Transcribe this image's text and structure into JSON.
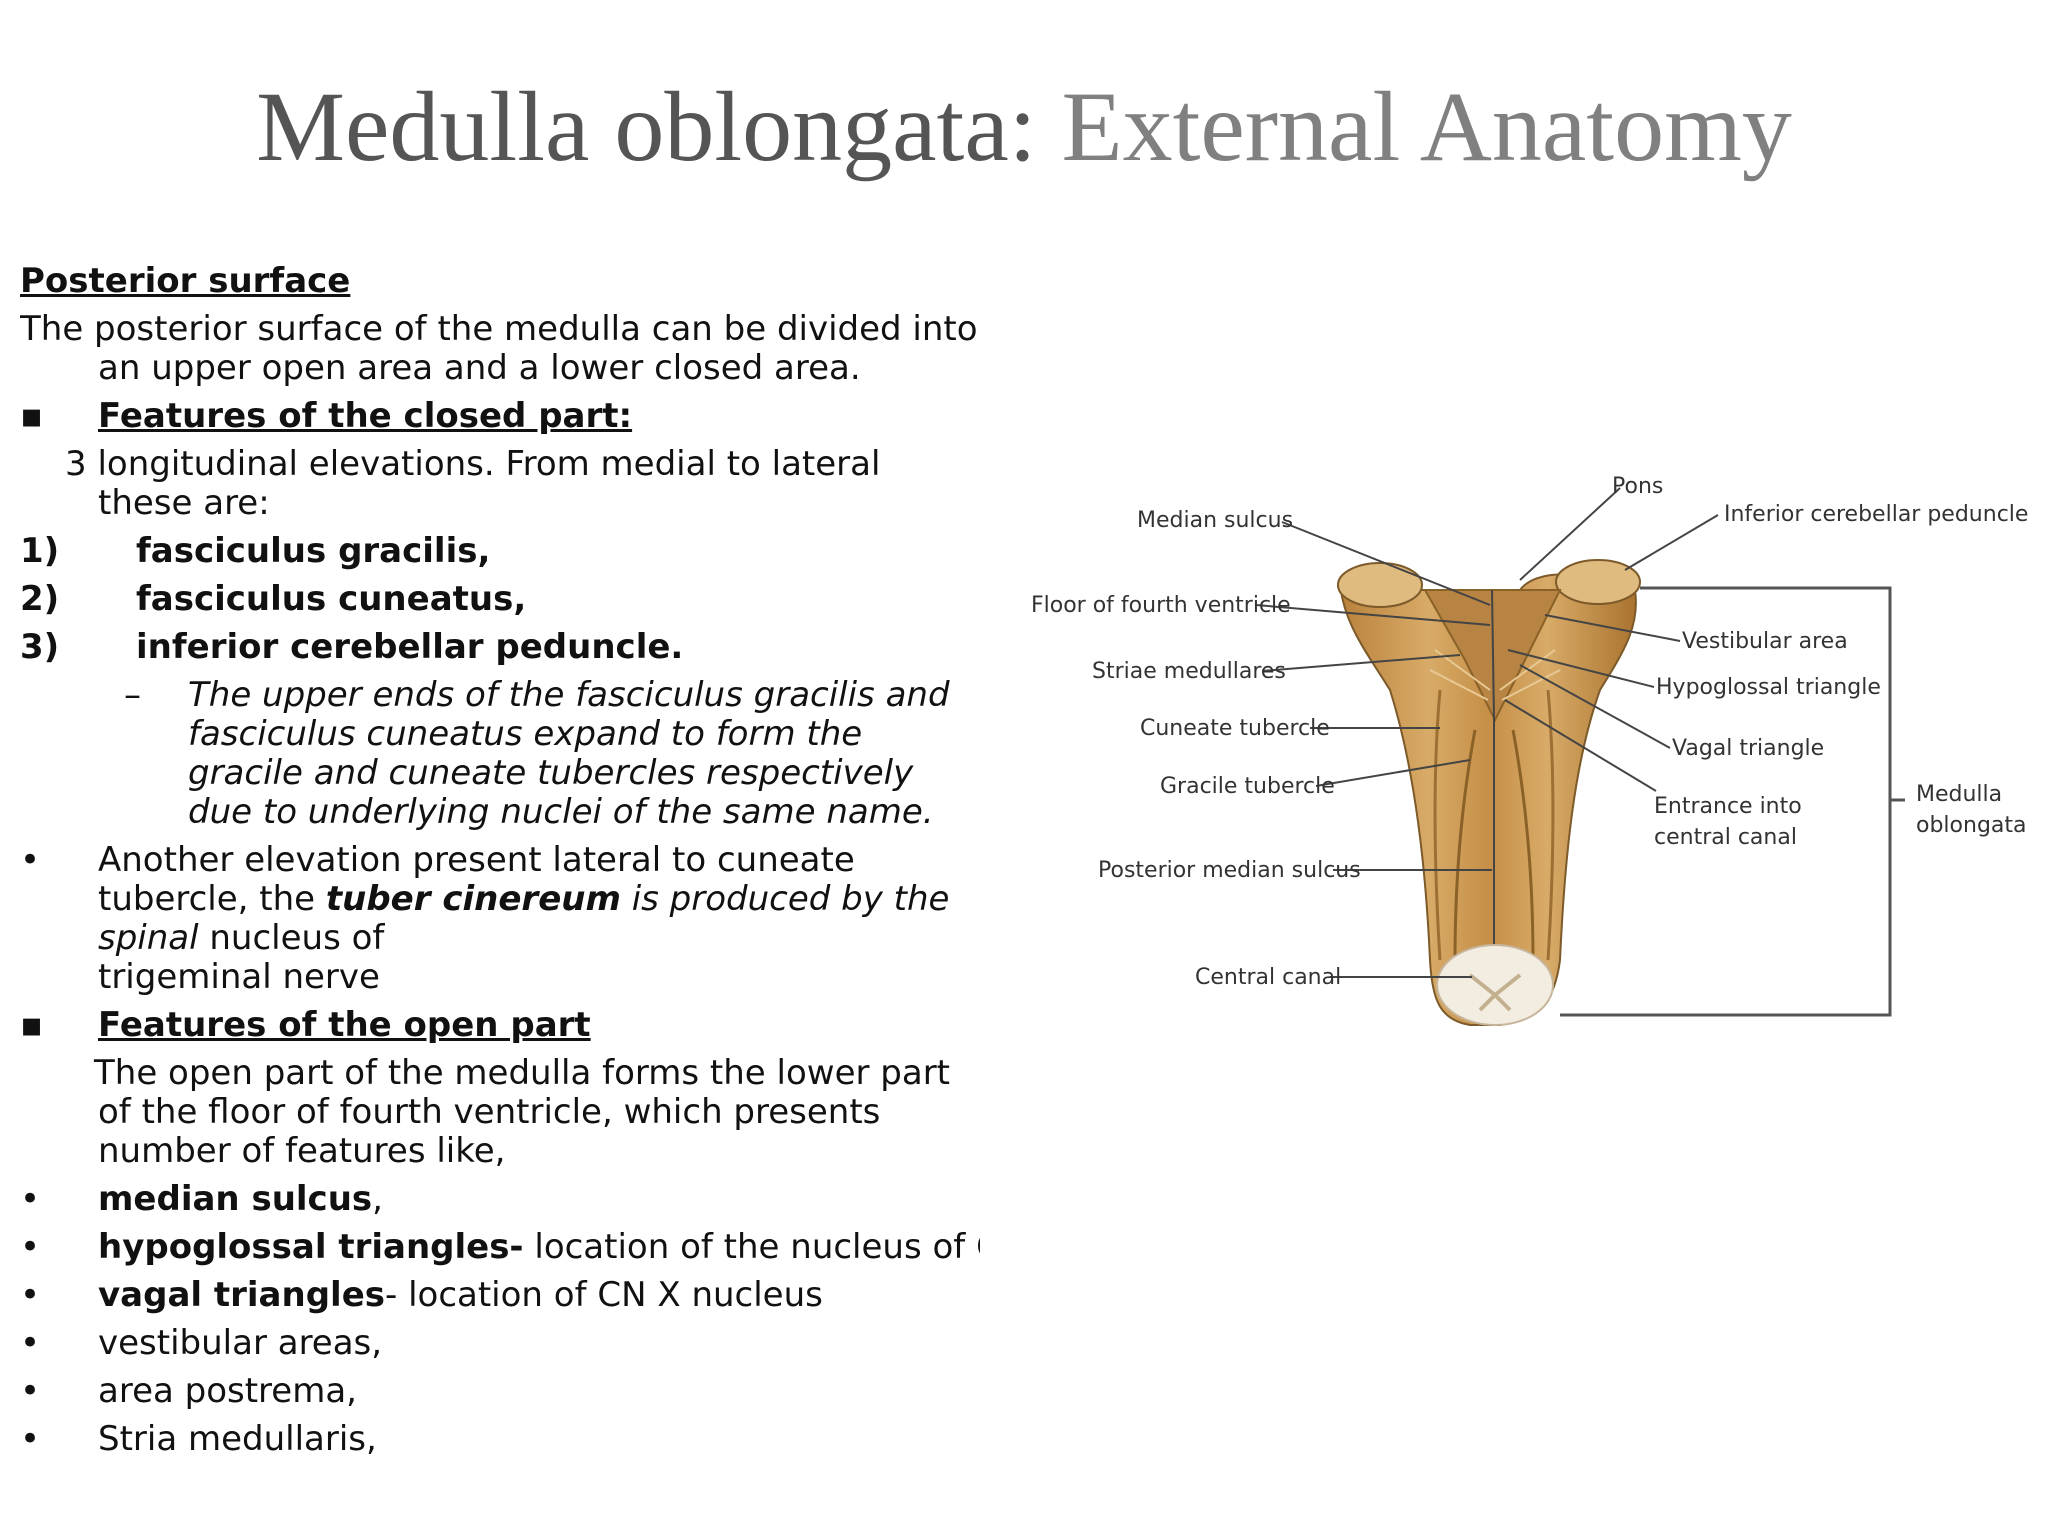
{
  "slide": {
    "title_part1": "Medulla oblongata: ",
    "title_part2": "External Anatomy"
  },
  "text": {
    "heading": "Posterior surface",
    "intro": "The posterior surface of the medulla can be divided into an upper open area and a lower closed area.",
    "closed_heading": "Features of the closed part:",
    "closed_intro": "3 longitudinal elevations. From medial to lateral these are:",
    "numbered": [
      {
        "num": "1)",
        "text": "fasciculus gracilis,"
      },
      {
        "num": "2)",
        "text": "fasciculus cuneatus,"
      },
      {
        "num": "3)",
        "text": "inferior cerebellar peduncle."
      }
    ],
    "dash_item": "The upper ends of the fasciculus gracilis and fasciculus cuneatus expand to form the gracile and cuneate tubercles respectively due to underlying nuclei of the same name.",
    "elevation_a": "Another elevation present lateral to cuneate tubercle, the ",
    "elevation_b": "tuber cinereum",
    "elevation_c": " is produced by the spinal",
    "elevation_d": " nucleus of",
    "elevation_e": "trigeminal nerve",
    "open_heading": "Features of the open part",
    "open_intro": "The open part of the medulla forms the lower part of the floor of fourth ventricle, which presents number of features like,",
    "features": [
      {
        "bold": "median sulcus",
        "rest": ","
      },
      {
        "bold": "hypoglossal triangles-",
        "rest": " location of the nucleus of CN XII"
      },
      {
        "bold": "vagal triangles",
        "rest": "- location of CN X nucleus"
      },
      {
        "bold": "",
        "rest": "vestibular areas,"
      },
      {
        "bold": "",
        "rest": "area postrema,"
      },
      {
        "bold": "",
        "rest": "Stria medullaris,"
      }
    ]
  },
  "figure": {
    "labels": {
      "pons": "Pons",
      "median_sulcus": "Median sulcus",
      "inferior_cerebellar_peduncle": "Inferior cerebellar peduncle",
      "floor_fourth_ventricle": "Floor of fourth ventricle",
      "vestibular_area": "Vestibular area",
      "striae_medullares": "Striae medullares",
      "hypoglossal_triangle": "Hypoglossal triangle",
      "cuneate_tubercle": "Cuneate tubercle",
      "vagal_triangle": "Vagal triangle",
      "gracile_tubercle": "Gracile tubercle",
      "entrance_line1": "Entrance into",
      "entrance_line2": "central canal",
      "medulla_line1": "Medulla",
      "medulla_line2": "oblongata",
      "posterior_median_sulcus": "Posterior median sulcus",
      "central_canal": "Central canal"
    },
    "colors": {
      "tissue": "#c99a55",
      "tissue_dark": "#8a6228",
      "tissue_light": "#e2bd82"
    }
  },
  "markers": {
    "square": "▪",
    "bullet": "•",
    "dash": "–"
  }
}
